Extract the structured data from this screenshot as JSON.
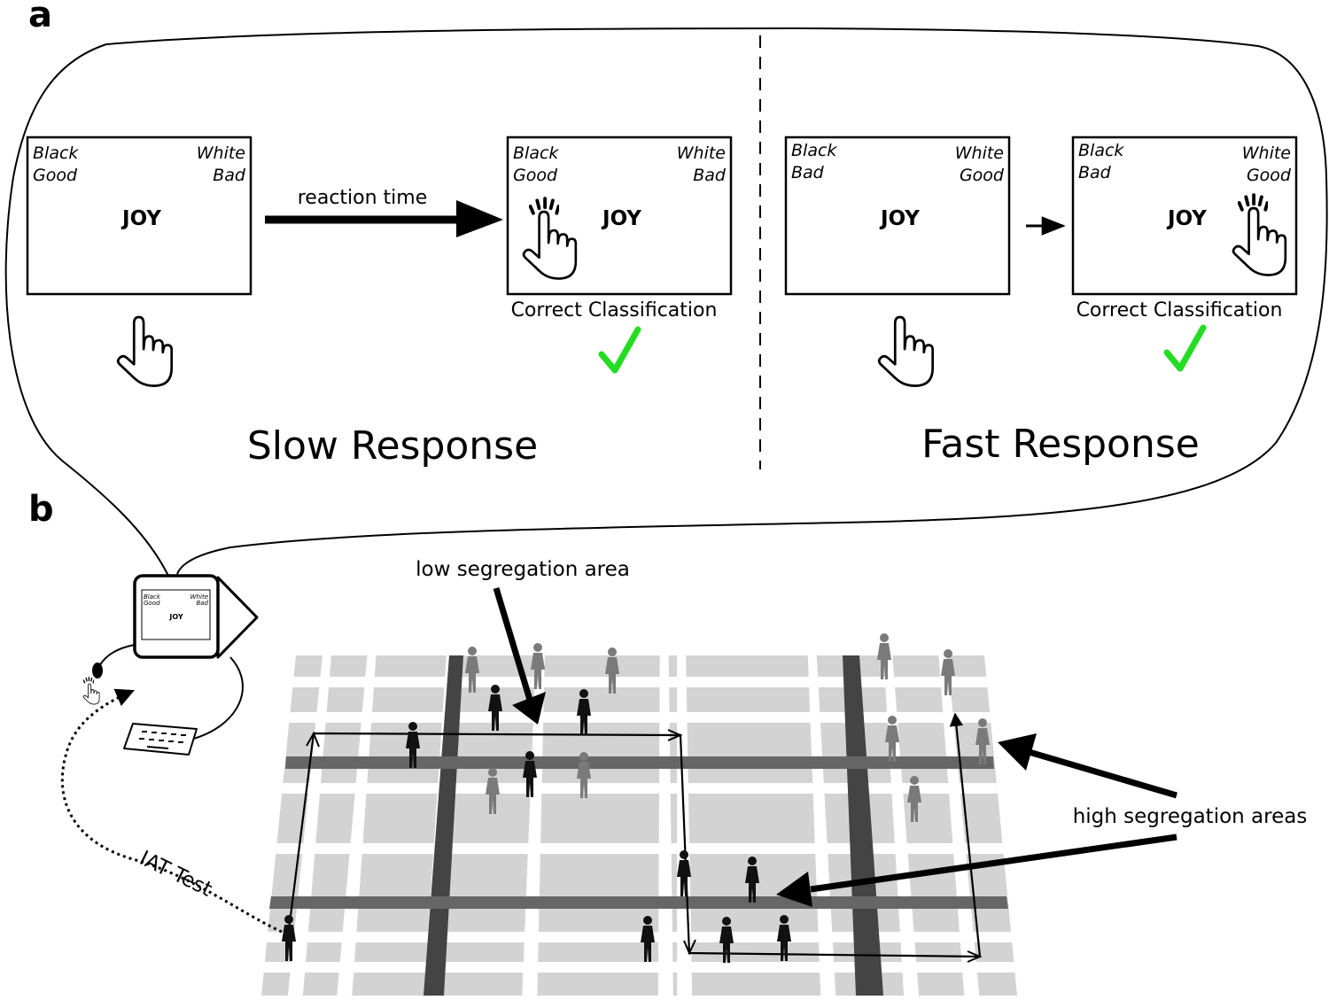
{
  "panels": {
    "a": "a",
    "b": "b"
  },
  "iat": {
    "screens": [
      {
        "left_top": "Black",
        "left_bottom": "Good",
        "right_top": "White",
        "right_bottom": "Bad",
        "word": "JOY"
      },
      {
        "left_top": "Black",
        "left_bottom": "Good",
        "right_top": "White",
        "right_bottom": "Bad",
        "word": "JOY"
      },
      {
        "left_top": "Black",
        "left_bottom": "Bad",
        "right_top": "White",
        "right_bottom": "Good",
        "word": "JOY"
      },
      {
        "left_top": "Black",
        "left_bottom": "Bad",
        "right_top": "White",
        "right_bottom": "Good",
        "word": "JOY"
      }
    ],
    "reaction_time": "reaction time",
    "correct_classification": "Correct Classification",
    "slow_response": "Slow Response",
    "fast_response": "Fast Response",
    "check_color": "#22dd22"
  },
  "device": {
    "left_top": "Black",
    "left_bottom": "Good",
    "right_top": "White",
    "right_bottom": "Bad",
    "word": "JOY"
  },
  "city": {
    "low_segregation": "low segregation area",
    "high_segregation": "high segregation areas",
    "iat_test": "IAT Test",
    "black_color": "#111111",
    "gray_color": "#7a7a7a"
  }
}
